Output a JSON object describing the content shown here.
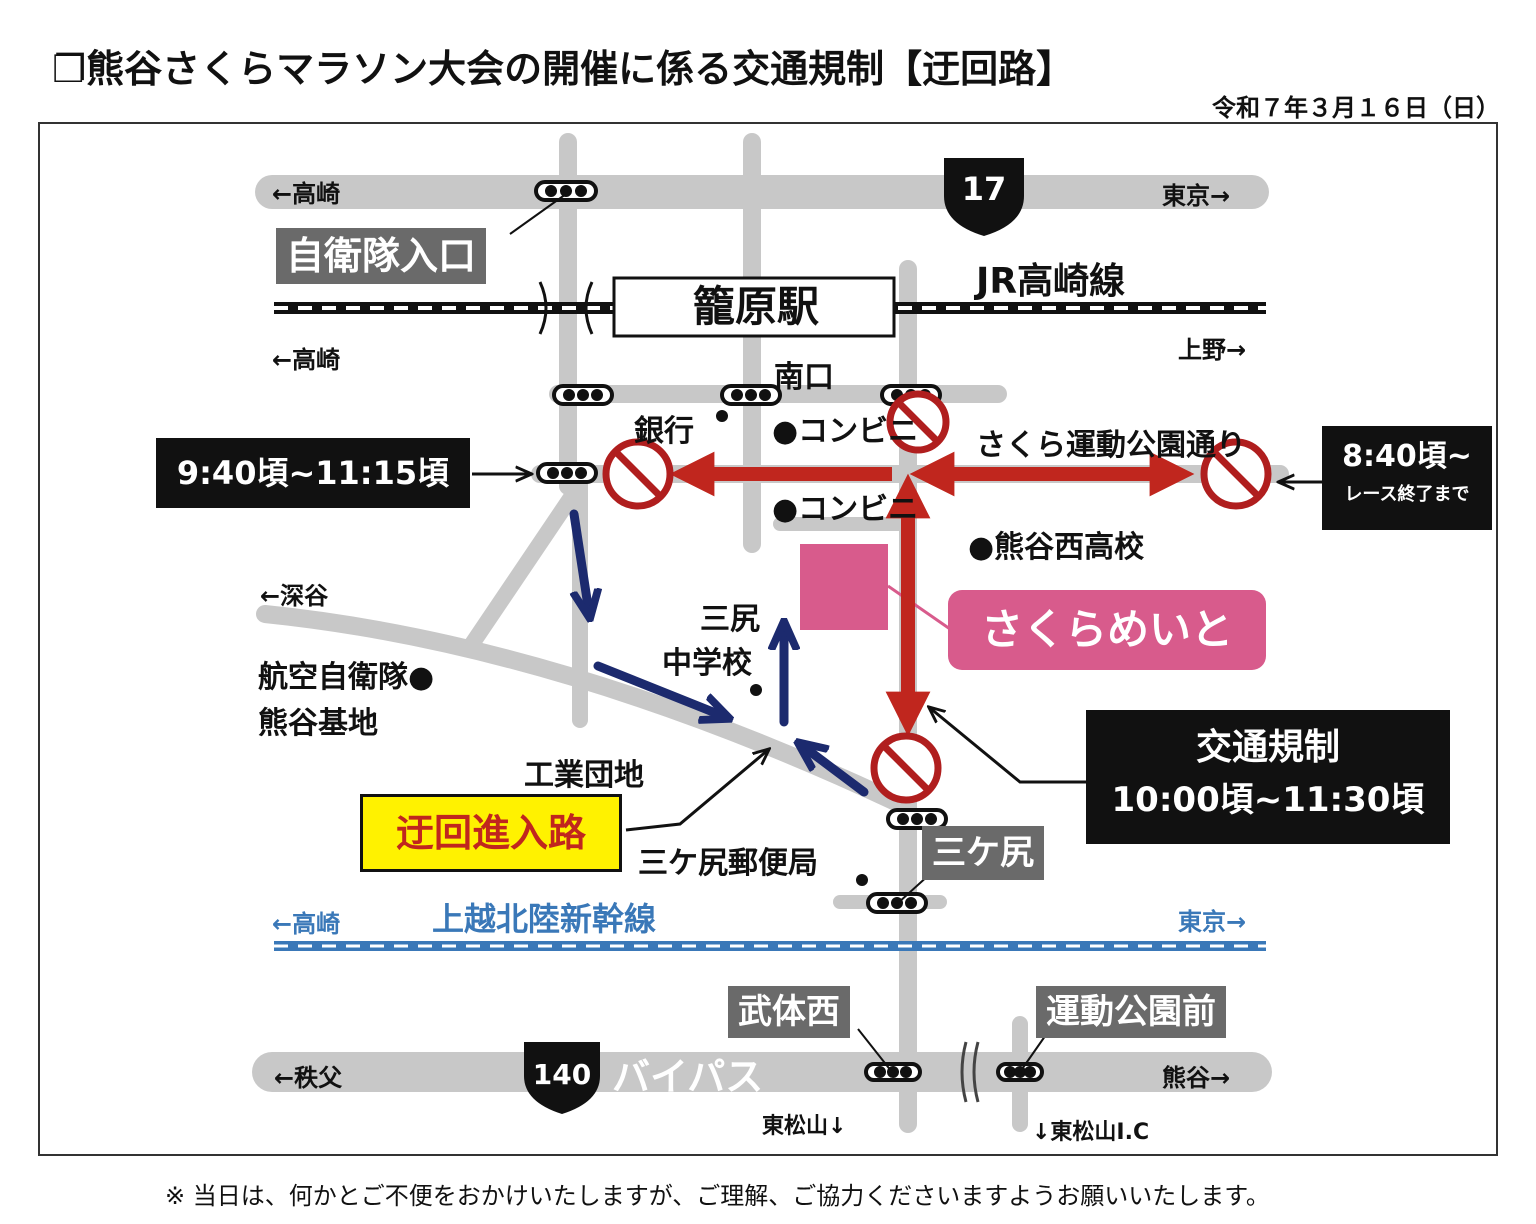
{
  "title": "❐熊谷さくらマラソン大会の開催に係る交通規制【迂回路】",
  "date": "令和７年３月１６日（日）",
  "footer": "※ 当日は、何かとご不便をおかけいたしますが、ご理解、ご協力くださいますようお願いいたします。",
  "colors": {
    "road": "#c8c8c8",
    "restriction_arrow": "#c0261e",
    "detour_arrow": "#1c2a6e",
    "sakura_pink": "#d85b8c",
    "label_grey": "#6a6a6a",
    "shinkansen_blue": "#3a78b8",
    "highlight_yellow": "#fff200"
  },
  "route_markers": {
    "route17": "17",
    "route140": "140"
  },
  "directions": {
    "top_left": "←高崎",
    "top_right": "東京→",
    "rail_left": "←高崎",
    "rail_right": "上野→",
    "fukaya": "←深谷",
    "shinkansen_left": "←高崎",
    "shinkansen_right": "東京→",
    "bottom_left": "←秩父",
    "bottom_right": "熊谷→",
    "higashimatsuyama": "東松山↓",
    "higashimatsuyama_ic": "↓東松山I.C"
  },
  "places": {
    "jieitai_iriguchi": "自衛隊入口",
    "station": "籠原駅",
    "jr_line": "JR高崎線",
    "minamiguchi": "南口",
    "bank": "銀行",
    "conveni1": "●コンビニ",
    "conveni2": "●コンビニ",
    "sakura_street": "さくら運動公園通り",
    "kumagaya_nishi_hs": "●熊谷西高校",
    "sakura_meito": "さくらめいと",
    "mikajiri_jhs_1": "三尻",
    "mikajiri_jhs_2": "中学校",
    "airbase_1": "航空自衛隊●",
    "airbase_2": "熊谷基地",
    "industrial_park": "工業団地",
    "post_office": "三ケ尻郵便局",
    "mikajiri": "三ケ尻",
    "shinkansen": "上越北陸新幹線",
    "butai_nishi": "武体西",
    "undo_koen_mae": "運動公園前",
    "bypass": "バイパス"
  },
  "restrictions": {
    "left_time": "9:40頃~11:15頃",
    "right_time_1": "8:40頃~",
    "right_time_2": "レース終了まで",
    "main_title": "交通規制",
    "main_time": "10:00頃~11:30頃"
  },
  "detour_entry": "迂回進入路"
}
